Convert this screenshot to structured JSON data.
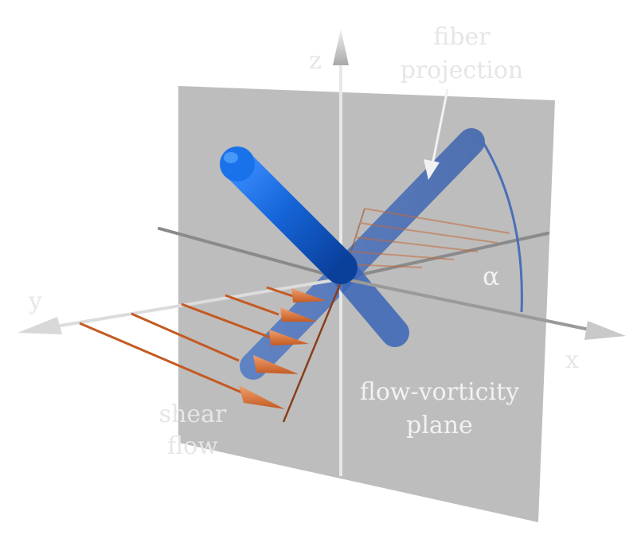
{
  "labels": {
    "axis_x": "x",
    "axis_y": "y",
    "axis_z": "z",
    "fiber_projection_line1": "fiber",
    "fiber_projection_line2": "projection",
    "shear_flow_line1": "shear",
    "shear_flow_line2": "flow",
    "plane_line1": "flow-vorticity",
    "plane_line2": "plane",
    "angle": "α"
  },
  "colors": {
    "plane": "#bdbdbd",
    "fiber": "#1f6fd6",
    "fiber_projection": "#5f7fb8",
    "shear_arrow": "#d9773f",
    "shear_line": "#9a4a22",
    "axis": "#c8c8c8",
    "angle_arc": "#4a6fb8",
    "label_light": "#e6e6e6"
  },
  "icons": {
    "axis_heads": "cone-arrowhead",
    "shear_heads": "cone-arrowhead"
  }
}
